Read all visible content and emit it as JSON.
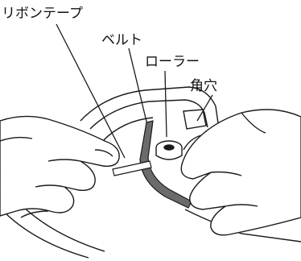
{
  "labels": {
    "ribbon_tape": "リボンテープ",
    "belt": "ベルト",
    "roller": "ローラー",
    "square_hole": "角穴"
  },
  "colors": {
    "line": "#1a1a1a",
    "belt_fill": "#6b6b6b",
    "background": "#ffffff"
  }
}
